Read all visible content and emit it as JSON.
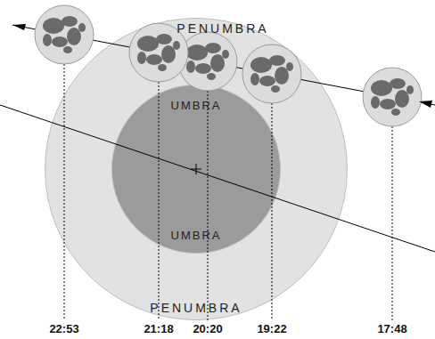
{
  "diagram": {
    "nodes": [
      {
        "text": [
          "PENUMBRA",
          "PENUMBRA"
        ]
      },
      {
        "text": [
          "UMBRA",
          "UMBRA"
        ],
        "in": 0
      }
    ],
    "labels": [
      "22:53",
      "21:18",
      "20:20",
      "19:22",
      "17:48"
    ]
  }
}
